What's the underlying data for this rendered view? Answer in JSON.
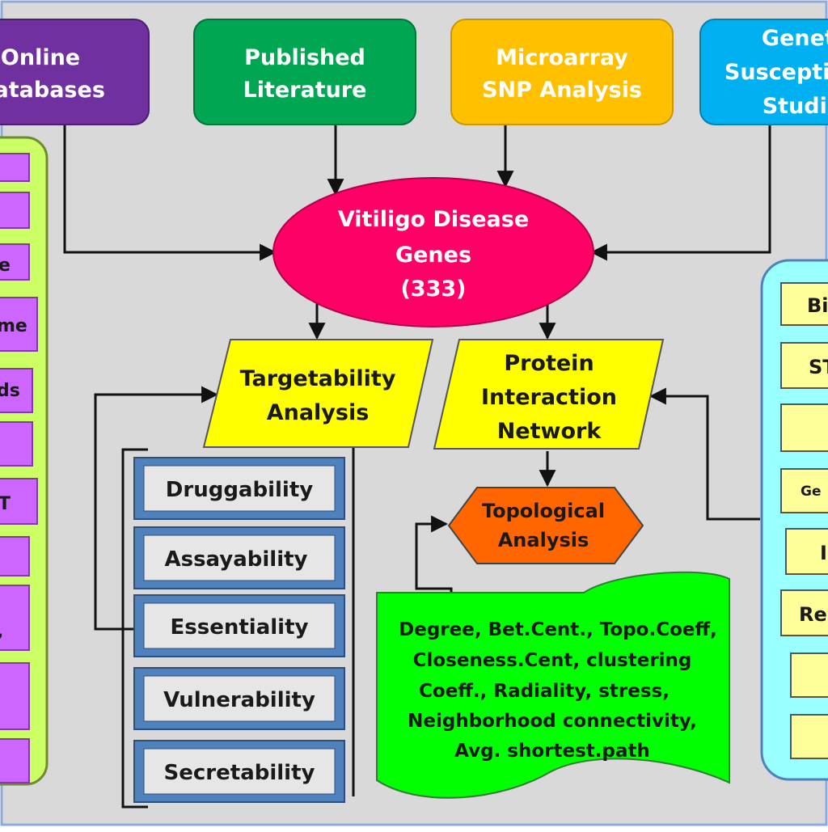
{
  "sources": {
    "online_databases": [
      "Online",
      "Databases"
    ],
    "published_literature": [
      "Published",
      "Literature"
    ],
    "microarray_snp": [
      "Microarray",
      "SNP Analysis"
    ],
    "genetic_susceptibility": [
      "Genetic",
      "Susceptibility",
      "Studies"
    ]
  },
  "disease_genes": [
    "Vitiligo Disease",
    "Genes",
    "(333)"
  ],
  "targetability": [
    "Targetability",
    "Analysis"
  ],
  "ppi_network": [
    "Protein",
    "Interaction",
    "Network"
  ],
  "topological": [
    "Topological",
    "Analysis"
  ],
  "target_criteria": [
    "Druggability",
    "Assayability",
    "Essentiality",
    "Vulnerability",
    "Secretability"
  ],
  "topology_metrics": [
    "Degree, Bet.Cent., Topo.Coeff,",
    "Closeness.Cent, clustering",
    "Coeff., Radiality, stress,",
    "Neighborhood connectivity,",
    "Avg. shortest.path"
  ],
  "left_panel_items": [
    "",
    "",
    "e",
    "me",
    "ds",
    "",
    "T",
    "",
    ",",
    "",
    ""
  ],
  "right_panel_items": [
    "Bi",
    "ST",
    "",
    "Ge",
    "I",
    "Re",
    "",
    ""
  ],
  "colors": {
    "background": "#d9d9d9",
    "purple": "#7030a0",
    "green": "#00a651",
    "orange": "#ffc000",
    "blue": "#00b0f0",
    "magenta": "#ff0066",
    "yellow": "#ffff00",
    "hexagon": "#ff6600",
    "wave": "#00ff00",
    "left_panel": "#ccff66",
    "left_item": "#cc66ff",
    "right_panel": "#99ffff",
    "right_item": "#ffff99",
    "criteria_frame": "#4f81bd"
  }
}
